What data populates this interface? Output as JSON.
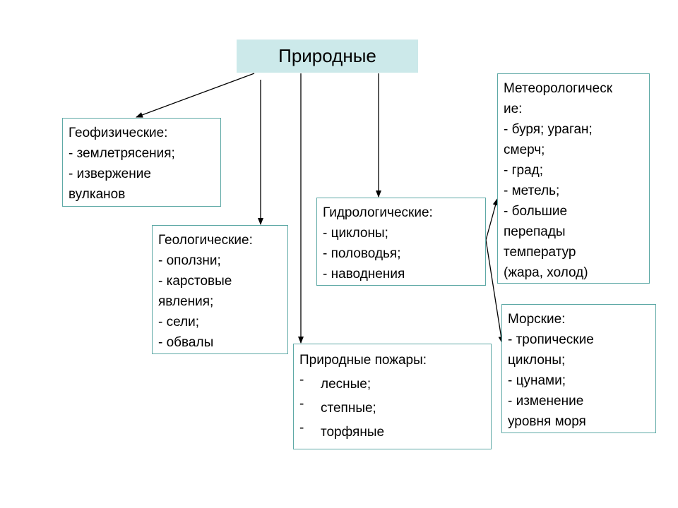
{
  "root": {
    "title": "Природные"
  },
  "geophysical": {
    "lines": [
      "Геофизические:",
      "- землетрясения;",
      "- извержение",
      "вулканов"
    ]
  },
  "geological": {
    "lines": [
      "Геологические:",
      "- оползни;",
      "- карстовые",
      "явления;",
      "- сели;",
      "- обвалы"
    ]
  },
  "hydrological": {
    "lines": [
      "Гидрологические:",
      "- циклоны;",
      "- половодья;",
      "- наводнения"
    ]
  },
  "wildfires": {
    "title": "Природные пожары:",
    "items": [
      "лесные;",
      "степные;",
      "торфяные"
    ],
    "bullet": "-"
  },
  "meteorological": {
    "lines": [
      "Метеорологическ",
      "ие:",
      "- буря; ураган;",
      "смерч;",
      "- град;",
      "- метель;",
      "- большие",
      "перепады",
      "температур",
      "(жара, холод)"
    ]
  },
  "marine": {
    "lines": [
      "Морские:",
      "- тропические",
      "циклоны;",
      "- цунами;",
      "- изменение",
      "уровня моря"
    ]
  }
}
